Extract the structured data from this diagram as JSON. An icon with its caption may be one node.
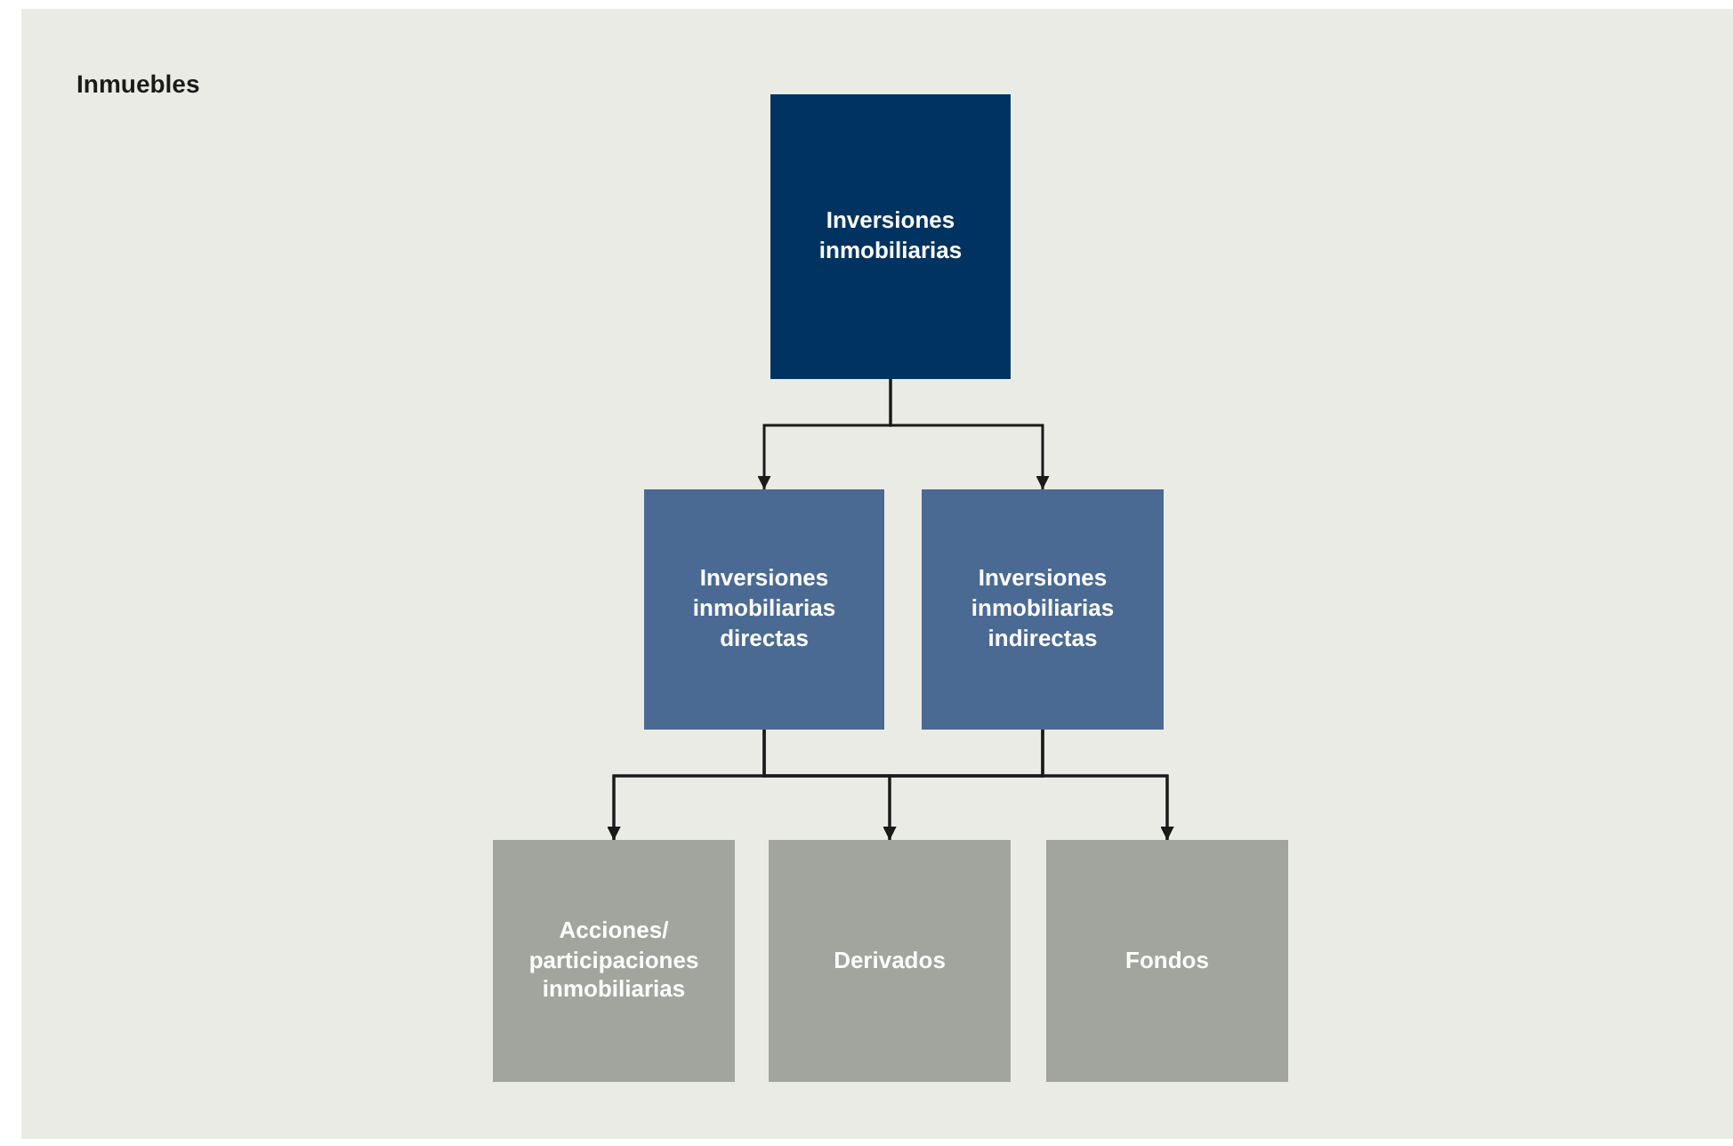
{
  "diagram": {
    "title": "Inmuebles",
    "nodes": [
      {
        "text": [
          "Inversiones inmobiliarias"
        ]
      },
      {
        "text": [
          "Inversiones inmobiliarias directas"
        ]
      },
      {
        "text": [
          "Inversiones inmobiliarias indirectas"
        ]
      },
      {
        "text": [
          "Acciones/ participaciones inmobiliarias"
        ]
      },
      {
        "text": [
          "Derivados"
        ]
      },
      {
        "text": [
          "Fondos"
        ]
      }
    ],
    "edges": [
      {
        "from": 0,
        "to": 1,
        "arrow": "to"
      },
      {
        "from": 0,
        "to": 2,
        "arrow": "to"
      },
      {
        "from": 1,
        "to": 3,
        "arrow": "to"
      },
      {
        "from": 1,
        "to": 4,
        "arrow": "to"
      },
      {
        "from": 1,
        "to": 5,
        "arrow": "to"
      },
      {
        "from": 2,
        "to": 3,
        "arrow": "to"
      },
      {
        "from": 2,
        "to": 4,
        "arrow": "to"
      },
      {
        "from": 2,
        "to": 5,
        "arrow": "to"
      }
    ]
  }
}
